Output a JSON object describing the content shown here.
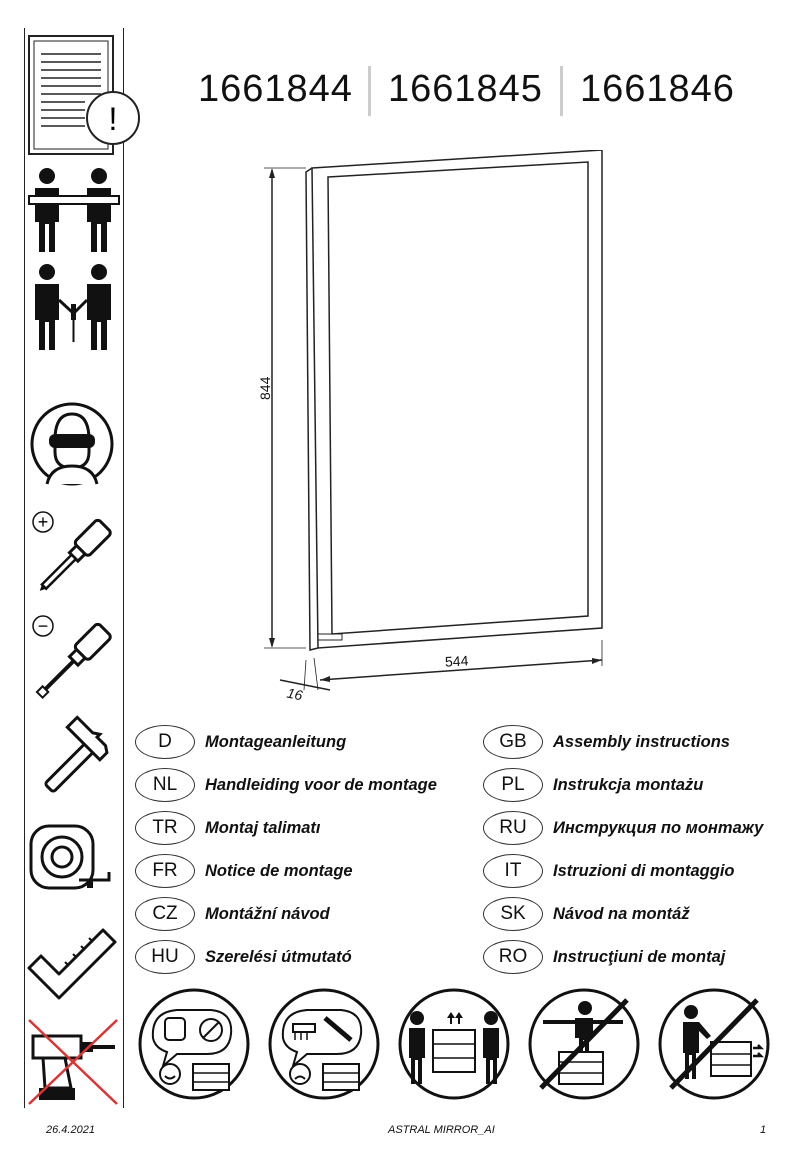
{
  "header": {
    "models": [
      "1661844",
      "1661845",
      "1661846"
    ]
  },
  "sidebar": {
    "icons": [
      "read-instructions-icon",
      "two-persons-carry-icon",
      "two-persons-assembly-icon",
      "safety-goggles-icon",
      "phillips-screwdriver-icon",
      "flat-screwdriver-icon",
      "hammer-icon",
      "tape-measure-icon",
      "square-ruler-icon",
      "no-drill-icon"
    ],
    "warning_mark": "!",
    "plus_mark": "+",
    "minus_mark": "−"
  },
  "drawing": {
    "height": "844",
    "width": "544",
    "depth": "16"
  },
  "languages": [
    {
      "code": "D",
      "text": "Montageanleitung"
    },
    {
      "code": "GB",
      "text": "Assembly instructions"
    },
    {
      "code": "NL",
      "text": "Handleiding voor de montage"
    },
    {
      "code": "PL",
      "text": "Instrukcja montażu"
    },
    {
      "code": "TR",
      "text": "Montaj talimatı"
    },
    {
      "code": "RU",
      "text": "Инструкция по монтажу"
    },
    {
      "code": "FR",
      "text": "Notice de montage"
    },
    {
      "code": "IT",
      "text": "Istruzioni di montaggio"
    },
    {
      "code": "CZ",
      "text": "Montážní návod"
    },
    {
      "code": "SK",
      "text": "Návod na montáž"
    },
    {
      "code": "HU",
      "text": "Szerelési útmutató"
    },
    {
      "code": "RO",
      "text": "Instrucţiuni de montaj"
    }
  ],
  "warnings": [
    "clean-dry-hands-happy-icon",
    "no-tools-sad-icon",
    "two-person-lift-icon",
    "do-not-stand-on-icon",
    "do-not-push-icon"
  ],
  "footer": {
    "date": "26.4.2021",
    "title": "ASTRAL MIRROR_AI",
    "page": "1"
  }
}
